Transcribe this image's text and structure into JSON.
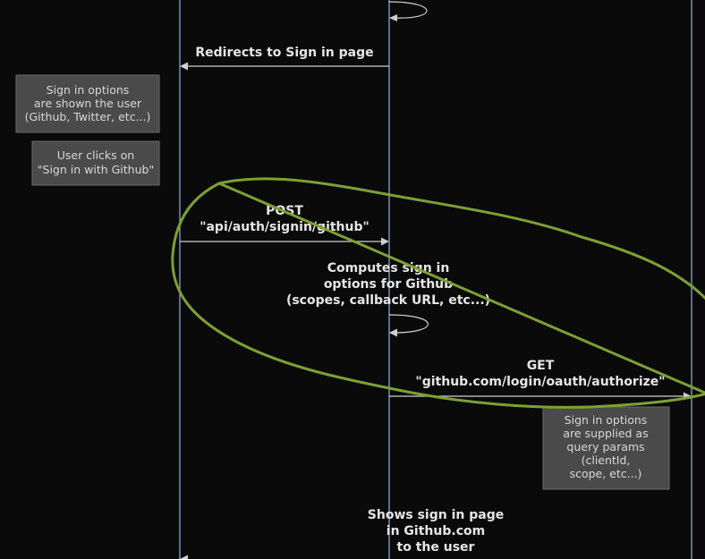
{
  "messages": {
    "redirect": "Redirects to Sign in page",
    "post_line1": "POST",
    "post_line2": "\"api/auth/signin/github\"",
    "compute_line1": "Computes sign in",
    "compute_line2": "options for Github",
    "compute_line3": "(scopes, callback URL, etc...)",
    "get_line1": "GET",
    "get_line2": "\"github.com/login/oauth/authorize\"",
    "shows_line1": "Shows sign in page",
    "shows_line2": "in Github.com",
    "shows_line3": "to the user"
  },
  "notes": {
    "options_shown": [
      "Sign in options",
      "are shown the user",
      "(Github, Twitter, etc...)"
    ],
    "user_clicks": [
      "User clicks on",
      "\"Sign in with Github\""
    ],
    "query_params": [
      "Sign in options",
      "are supplied as",
      "query params",
      "(clientId,",
      "scope, etc...)"
    ]
  },
  "colors": {
    "background": "#0a0a0a",
    "lifeline": "#8db4e2",
    "arrow": "#d0d0d0",
    "note_fill": "#4a4a4a",
    "highlight_circle": "#7da035"
  }
}
